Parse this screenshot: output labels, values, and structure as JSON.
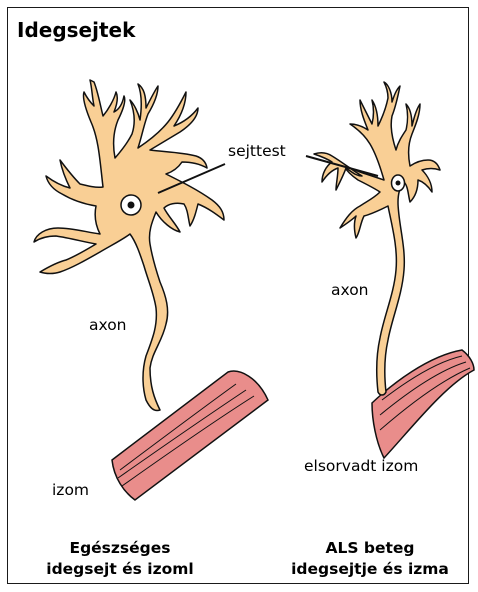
{
  "title": "Idegsejtek",
  "labels": {
    "cell_body": "sejttest",
    "axon_left": "axon",
    "axon_right": "axon",
    "muscle_left": "izom",
    "muscle_right": "elsorvadt izom"
  },
  "captions": {
    "left_line1": "Egészséges",
    "left_line2": "idegsejt és izoml",
    "right_line1": "ALS beteg",
    "right_line2": "idegsejtje és izma"
  },
  "colors": {
    "neuron_fill": "#f9cf95",
    "muscle_fill": "#e98d8b",
    "outline": "#111111"
  }
}
